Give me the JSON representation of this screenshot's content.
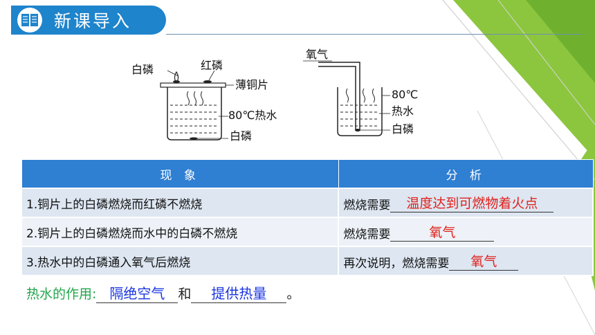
{
  "header": {
    "title": "新课导入"
  },
  "colors": {
    "banner": "#1e84cc",
    "table_header": "#2f7fd2",
    "answer_red": "#e0201a",
    "answer_blue": "#1a35e0",
    "green_text": "#22a64a"
  },
  "figure": {
    "labels": {
      "white_phosphorus_top": "白磷",
      "red_phosphorus": "红磷",
      "copper_sheet": "薄铜片",
      "hot_water_left": "80℃热水",
      "white_phosphorus_bottom": "白磷",
      "oxygen": "氧气",
      "temp_right": "80℃",
      "hot_water_right": "热水",
      "white_phosphorus_right": "白磷"
    }
  },
  "table": {
    "headers": [
      "现 象",
      "分 析"
    ],
    "rows": [
      {
        "phenomenon": "1.铜片上的白磷燃烧而红磷不燃烧",
        "analysis_prefix": "燃烧需要",
        "answer": "温度达到可燃物着火点"
      },
      {
        "phenomenon": "2.铜片上的白磷燃烧而水中的白磷不燃烧",
        "analysis_prefix": "燃烧需要",
        "answer": "氧气"
      },
      {
        "phenomenon": "3.热水中的白磷通入氧气后燃烧",
        "analysis_prefix": "再次说明，燃烧需要",
        "answer": "氧气"
      }
    ]
  },
  "bottom": {
    "prefix": "热水的作用:",
    "answer1": "隔绝空气",
    "connector": "和",
    "answer2": "提供热量",
    "suffix": "。"
  }
}
